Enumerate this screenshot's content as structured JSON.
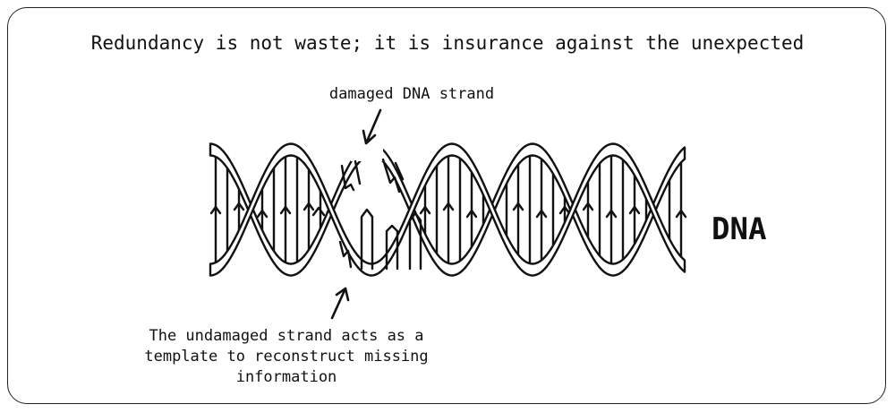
{
  "title": "Redundancy is not waste; it is insurance against the unexpected",
  "labels": {
    "damaged": "damaged DNA strand",
    "dna": "DNA",
    "template_lines": [
      "The undamaged strand acts as a",
      "template to reconstruct missing",
      "information"
    ]
  },
  "colors": {
    "ink": "#111111",
    "paper": "#ffffff"
  }
}
